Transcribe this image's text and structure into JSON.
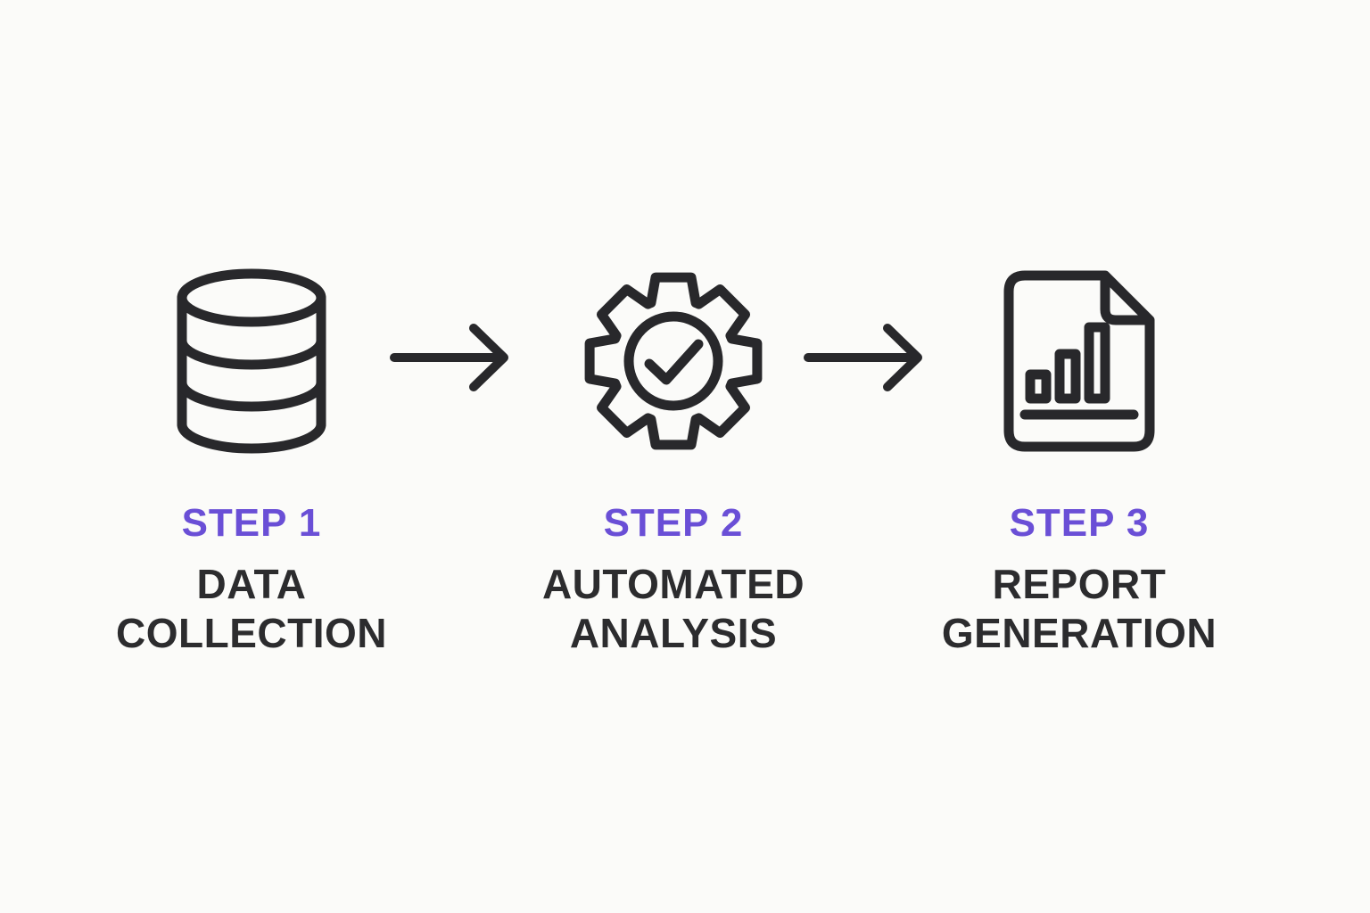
{
  "diagram": {
    "background": "#fbfbf9",
    "accent_color": "#6a4fd6",
    "text_color": "#2c2c2e",
    "icon_stroke_color": "#28282b",
    "steps": [
      {
        "id": "step-1",
        "label": "STEP 1",
        "title_line1": "DATA",
        "title_line2": "COLLECTION",
        "icon": "database-icon"
      },
      {
        "id": "step-2",
        "label": "STEP 2",
        "title_line1": "AUTOMATED",
        "title_line2": "ANALYSIS",
        "icon": "gear-check-icon"
      },
      {
        "id": "step-3",
        "label": "STEP 3",
        "title_line1": "REPORT",
        "title_line2": "GENERATION",
        "icon": "report-document-icon"
      }
    ],
    "connectors": [
      {
        "icon": "arrow-right-icon"
      },
      {
        "icon": "arrow-right-icon"
      }
    ]
  }
}
